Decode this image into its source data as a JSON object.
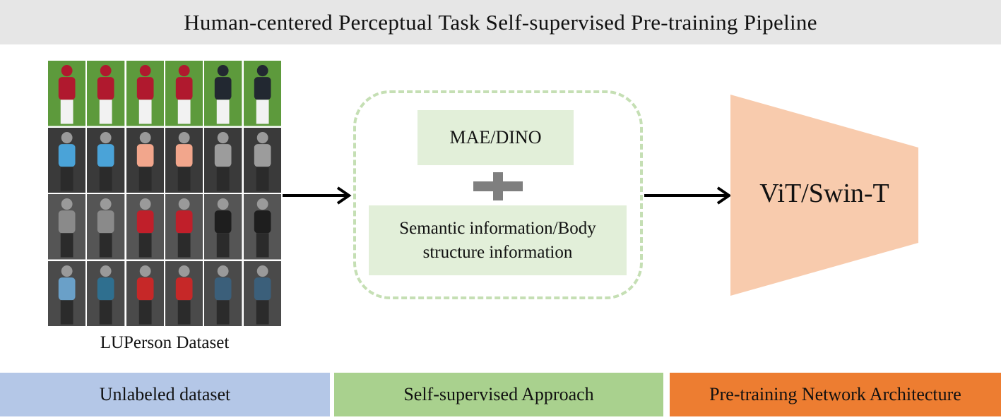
{
  "header": {
    "title": "Human-centered Perceptual Task Self-supervised Pre-training Pipeline"
  },
  "dataset": {
    "caption": "LUPerson Dataset"
  },
  "method": {
    "mae_label": "MAE/DINO",
    "semantic_label_line1": "Semantic information/Body",
    "semantic_label_line2": "structure information"
  },
  "architecture": {
    "label": "ViT/Swin-T"
  },
  "legend": [
    {
      "label": "Unlabeled dataset",
      "color": "#b4c7e7"
    },
    {
      "label": "Self-supervised Approach",
      "color": "#a9d18e"
    },
    {
      "label": "Pre-training Network Architecture",
      "color": "#ed7d31"
    }
  ],
  "colors": {
    "title_bar": "#e6e6e6",
    "method_border": "#c5dfb4",
    "method_fill": "#e2efd9",
    "plus": "#7f7f7f",
    "architecture": "#f8cbad"
  },
  "image_grid": {
    "rows": 4,
    "cols": 6,
    "row_backgrounds": [
      "#5d9a3c",
      "#3a3a3a",
      "#555555",
      "#4a4a4a"
    ],
    "figure_colors": [
      [
        "#b0192e",
        "#b0192e",
        "#b0192e",
        "#b0192e",
        "#222831",
        "#222831"
      ],
      [
        "#4aa3d8",
        "#4aa3d8",
        "#f2a68c",
        "#f2a68c",
        "#9c9c9c",
        "#9c9c9c"
      ],
      [
        "#8a8a8a",
        "#8a8a8a",
        "#c01f2a",
        "#c01f2a",
        "#1e1e1e",
        "#1e1e1e"
      ],
      [
        "#6aa0c8",
        "#2f6f8f",
        "#c62828",
        "#c62828",
        "#3b5f7a",
        "#3b5f7a"
      ]
    ]
  }
}
